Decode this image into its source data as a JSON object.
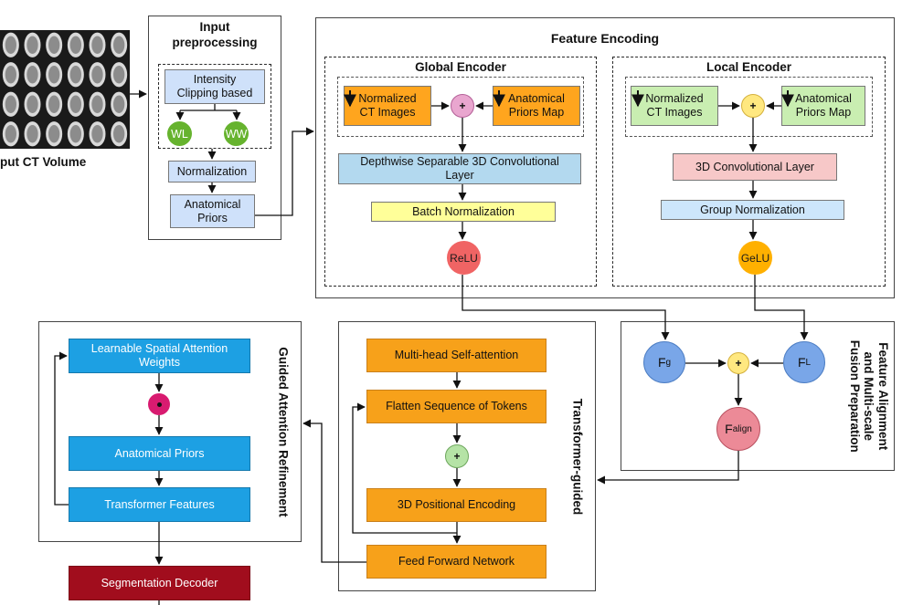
{
  "colors": {
    "blue_box": "#cfe1fa",
    "orange": "#ffa51e",
    "orange_alt": "#f7a11a",
    "green_box": "#c9eeb1",
    "depthwise": "#b3d9ef",
    "conv3d": "#f7c8c8",
    "groupnorm": "#cde6fb",
    "batchnorm": "#ffff99",
    "relu": "#f06464",
    "gelu": "#ffb000",
    "feature_circle": "#79a6e8",
    "align_circle": "#ec8a97",
    "plus_pink": "#e9a6cf",
    "plus_yellow": "#ffe880",
    "plus_green": "#b5e3a6",
    "attention_blue": "#1da0e3",
    "dot_magenta": "#d81b70",
    "decoder": "#a10d1d",
    "wl_green": "#66b32e"
  },
  "input": {
    "label": "Input CT Volume",
    "icon": "ct-volume-grid-icon"
  },
  "preprocessing": {
    "title_line1": "Input",
    "title_line2": "preprocessing",
    "clipping_line1": "Intensity",
    "clipping_line2": "Clipping based",
    "wl": "WL",
    "ww": "WW",
    "normalization": "Normalization",
    "priors_line1": "Anatomical",
    "priors_line2": "Priors"
  },
  "feature_encoding": {
    "title": "Feature Encoding",
    "global": {
      "title": "Global Encoder",
      "ct_line1": "Normalized",
      "ct_line2": "CT Images",
      "priors_line1": "Anatomical",
      "priors_line2": "Priors Map",
      "plus": "+",
      "conv_line1": "Depthwise Separable 3D Convolutional",
      "conv_line2": "Layer",
      "norm": "Batch Normalization",
      "act": "ReLU"
    },
    "local": {
      "title": "Local Encoder",
      "ct_line1": "Normalized",
      "ct_line2": "CT Images",
      "priors_line1": "Anatomical",
      "priors_line2": "Priors Map",
      "plus": "+",
      "conv": "3D Convolutional Layer",
      "norm": "Group Normalization",
      "act": "GeLU"
    }
  },
  "alignment": {
    "title_line1": "Feature Alignment",
    "title_line2": "and Multi-scale",
    "title_line3": "Fusion Preparation",
    "fg_main": "F",
    "fg_sub": "g",
    "fl_main": "F",
    "fl_sub": "L",
    "falign_main": "F",
    "falign_sub": "align",
    "plus": "+"
  },
  "transformer": {
    "title": "Transformer-guided",
    "mhsa": "Multi-head Self-attention",
    "flatten": "Flatten Sequence of Tokens",
    "plus": "+",
    "posenc": "3D Positional Encoding",
    "ffn": "Feed Forward Network"
  },
  "attention": {
    "title": "Guided Attention Refinement",
    "weights_line1": "Learnable Spatial Attention",
    "weights_line2": "Weights",
    "priors": "Anatomical Priors",
    "features": "Transformer Features"
  },
  "decoder": {
    "label": "Segmentation Decoder"
  }
}
